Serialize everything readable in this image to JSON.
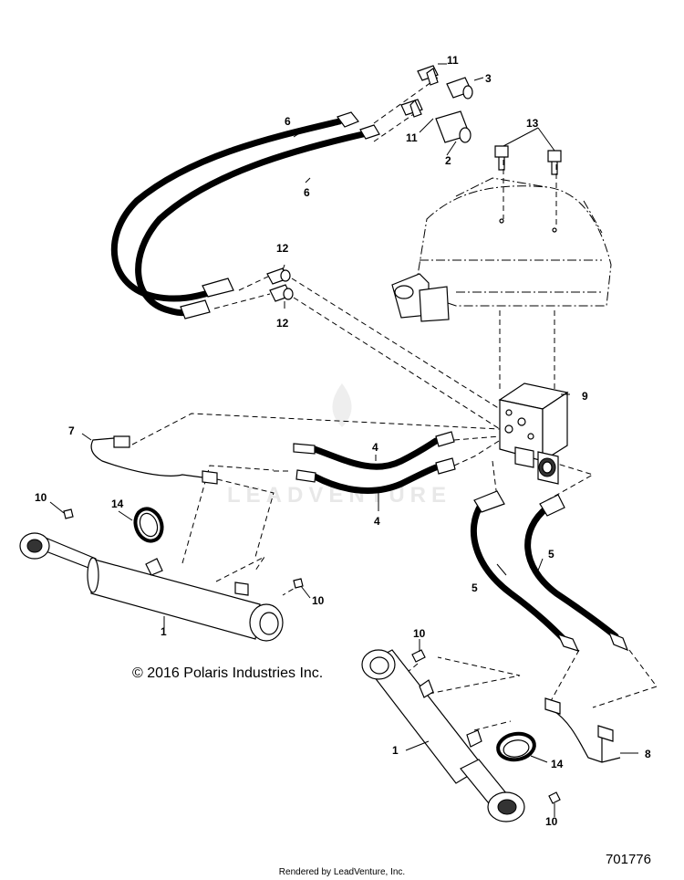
{
  "callouts": {
    "c1_left": "1",
    "c1_right": "1",
    "c2": "2",
    "c3": "3",
    "c4_top": "4",
    "c4_bottom": "4",
    "c5_left": "5",
    "c5_right": "5",
    "c6_top": "6",
    "c6_bottom": "6",
    "c7": "7",
    "c8": "8",
    "c9": "9",
    "c10_a": "10",
    "c10_b": "10",
    "c10_c": "10",
    "c10_d": "10",
    "c11_top": "11",
    "c11_bottom": "11",
    "c12_top": "12",
    "c12_bottom": "12",
    "c13": "13",
    "c14_left": "14",
    "c14_right": "14"
  },
  "copyright": "© 2016 Polaris Industries Inc.",
  "footer": "Rendered by LeadVenture, Inc.",
  "part_number": "701776",
  "watermark": "LEADVENTURE"
}
